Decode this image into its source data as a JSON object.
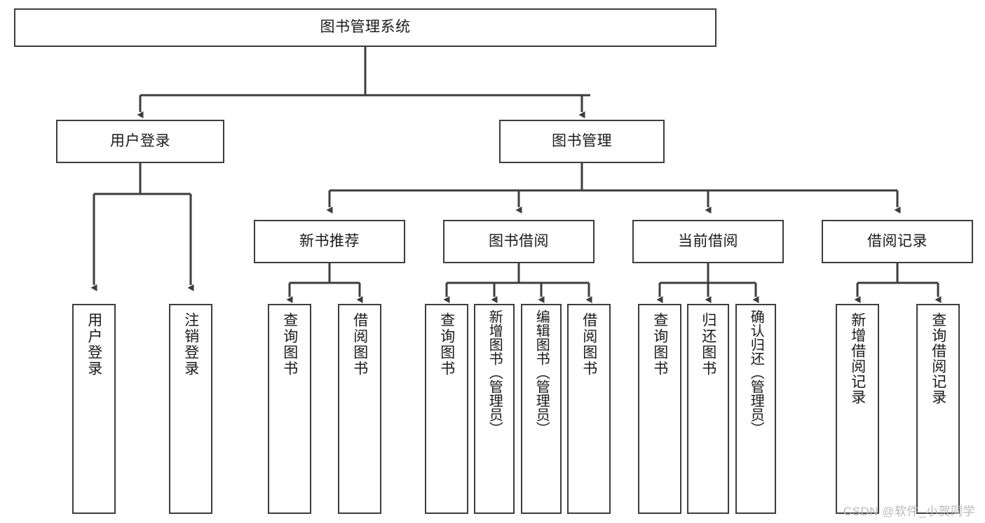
{
  "diagram": {
    "title_node": {
      "label": "图书管理系统"
    },
    "level2": [
      {
        "id": "user-login",
        "label": "用户登录"
      },
      {
        "id": "book-management",
        "label": "图书管理"
      }
    ],
    "level3": [
      {
        "id": "new-book-recommend",
        "label": "新书推荐"
      },
      {
        "id": "book-borrow",
        "label": "图书借阅"
      },
      {
        "id": "current-borrow",
        "label": "当前借阅"
      },
      {
        "id": "borrow-record",
        "label": "借阅记录"
      }
    ],
    "leaves": [
      {
        "id": "leaf-user-login",
        "parent": "user-login",
        "label": "用户登录"
      },
      {
        "id": "leaf-logout",
        "parent": "user-login",
        "label": "注销登录"
      },
      {
        "id": "leaf-query-book-1",
        "parent": "new-book-recommend",
        "label": "查询图书"
      },
      {
        "id": "leaf-borrow-book-1",
        "parent": "new-book-recommend",
        "label": "借阅图书"
      },
      {
        "id": "leaf-query-book-2",
        "parent": "book-borrow",
        "label": "查询图书"
      },
      {
        "id": "leaf-add-book",
        "parent": "book-borrow",
        "label": "新增图书（管理员）"
      },
      {
        "id": "leaf-edit-book",
        "parent": "book-borrow",
        "label": "编辑图书（管理员）"
      },
      {
        "id": "leaf-borrow-book-2",
        "parent": "book-borrow",
        "label": "借阅图书"
      },
      {
        "id": "leaf-query-book-3",
        "parent": "current-borrow",
        "label": "查询图书"
      },
      {
        "id": "leaf-return-book",
        "parent": "current-borrow",
        "label": "归还图书"
      },
      {
        "id": "leaf-confirm-return",
        "parent": "current-borrow",
        "label": "确认归还（管理员）"
      },
      {
        "id": "leaf-add-record",
        "parent": "borrow-record",
        "label": "新增借阅记录"
      },
      {
        "id": "leaf-query-record",
        "parent": "borrow-record",
        "label": "查询借阅记录"
      }
    ],
    "watermark": "CSDN @软件_小贺同学",
    "colors": {
      "border": "#3d3d3d",
      "background": "#ffffff",
      "text": "#1a1a1a",
      "watermark": "#b9b9b9"
    }
  }
}
